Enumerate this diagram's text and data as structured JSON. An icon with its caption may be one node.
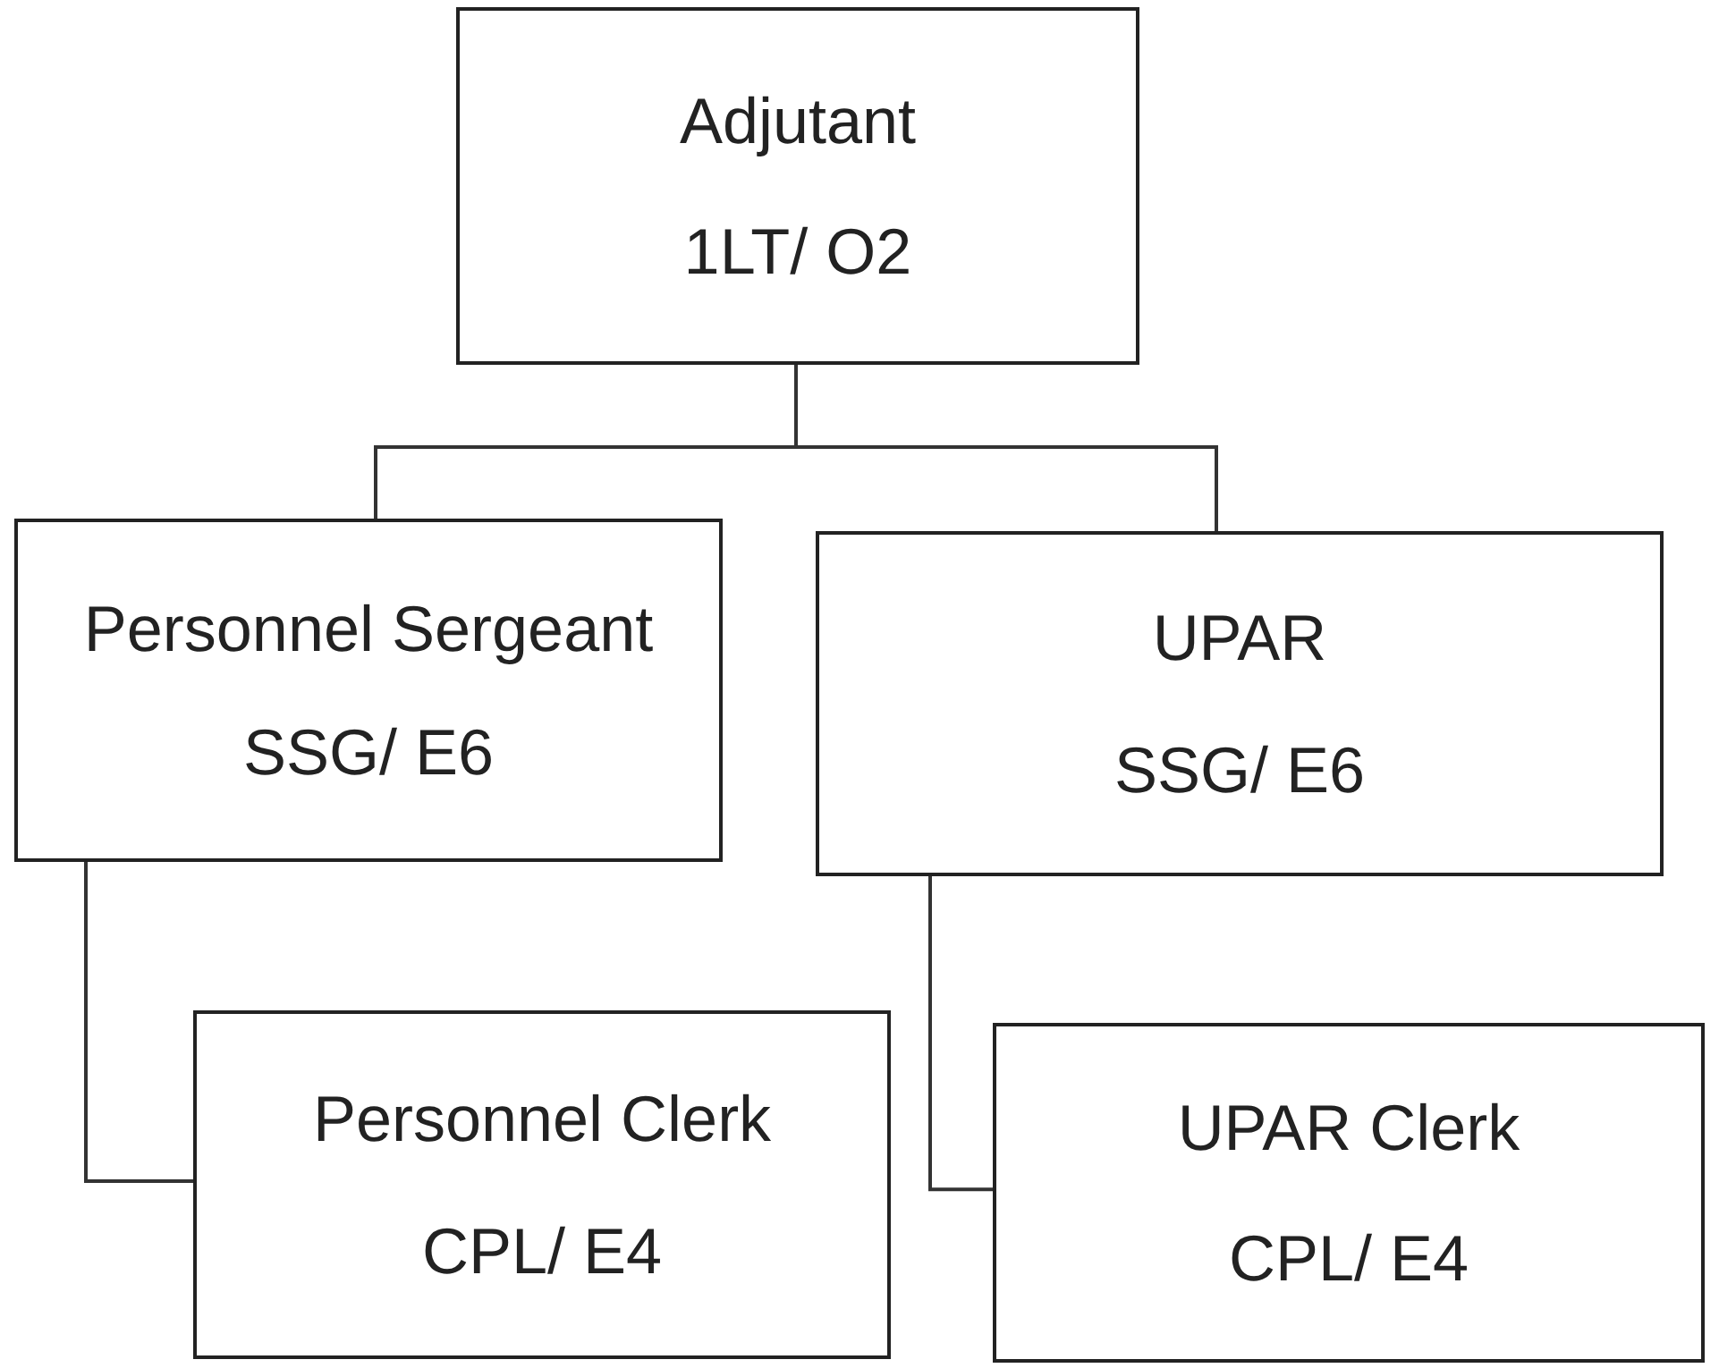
{
  "diagram": {
    "nodes": [
      {
        "text": [
          "Adjutant",
          "1LT/ O2"
        ]
      },
      {
        "text": [
          "Personnel Sergeant",
          "SSG/ E6"
        ]
      },
      {
        "text": [
          "UPAR",
          "SSG/ E6"
        ]
      },
      {
        "text": [
          "Personnel Clerk",
          "CPL/ E4"
        ]
      },
      {
        "text": [
          "UPAR Clerk",
          "CPL/ E4"
        ]
      }
    ],
    "edges": [
      {
        "from": 0,
        "to": 1,
        "arrow": "none"
      },
      {
        "from": 0,
        "to": 2,
        "arrow": "none"
      },
      {
        "from": 1,
        "to": 3,
        "arrow": "none"
      },
      {
        "from": 2,
        "to": 4,
        "arrow": "none"
      }
    ]
  }
}
